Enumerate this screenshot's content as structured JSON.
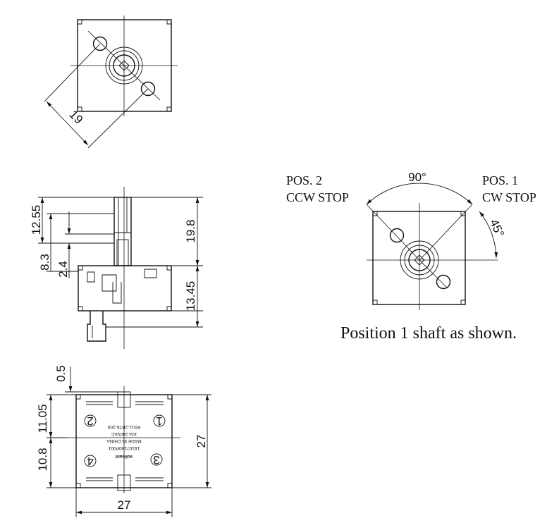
{
  "top_view": {
    "dim_diagonal": "19"
  },
  "side_view": {
    "dim_12_55": "12.55",
    "dim_8_3": "8.3",
    "dim_2_4": "2.4",
    "dim_19_8": "19.8",
    "dim_13_45": "13.45"
  },
  "bottom_view": {
    "dim_0_5": "0.5",
    "dim_11_05": "11.05",
    "dim_10_8": "10.8",
    "dim_27_right": "27",
    "dim_27_bottom": "27",
    "terminal_1": "1",
    "terminal_2": "2",
    "terminal_3": "3",
    "terminal_4": "4",
    "label_line1": "RS11-2B78-209",
    "label_line2": "10A 240VAC",
    "label_line3": "MADE IN CHINA",
    "label_line4": "19107140P001",
    "brand": "solleant"
  },
  "position_view": {
    "angle_90": "90°",
    "angle_45": "45°",
    "pos2_line1": "POS. 2",
    "pos2_line2": "CCW STOP",
    "pos1_line1": "POS. 1",
    "pos1_line2": "CW STOP",
    "caption": "Position 1 shaft as shown."
  }
}
